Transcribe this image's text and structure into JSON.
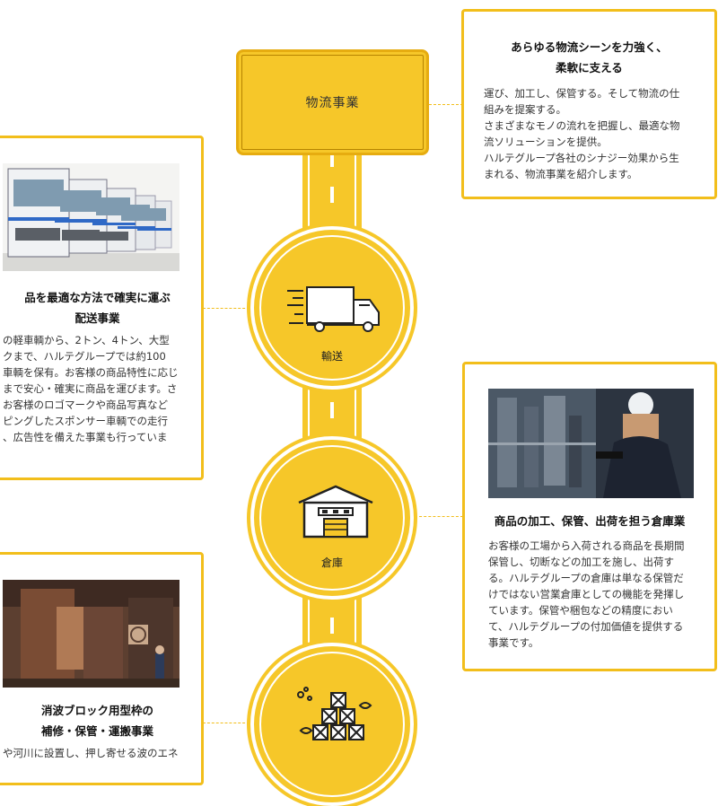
{
  "header": {
    "title": "物流事業",
    "intro_heading": [
      "あらゆる物流シーンを力強く、",
      "柔軟に支える"
    ],
    "intro_text": [
      "運び、加工し、保管する。そして物流の仕",
      "組みを提案する。",
      "さまざまなモノの流れを把握し、最適な物",
      "流ソリューションを提供。",
      "ハルテグループ各社のシナジー効果から生",
      "まれる、物流事業を紹介します。"
    ]
  },
  "transport": {
    "label": "輸送",
    "icon": "truck-icon",
    "heading": [
      "品を最適な方法で確実に運ぶ",
      "配送事業"
    ],
    "text": [
      "の軽車輌から、2トン、4トン、大型",
      "クまで、ハルテグループでは約100",
      "車輌を保有。お客様の商品特性に応じ",
      "まで安心・確実に商品を運びます。さ",
      "お客様のロゴマークや商品写真など",
      "ピングしたスポンサー車輌での走行",
      "、広告性を備えた事業も行っていま"
    ]
  },
  "warehouse": {
    "label": "倉庫",
    "icon": "warehouse-icon",
    "heading": [
      "商品の加工、保管、出荷を担う倉庫業"
    ],
    "text": [
      "お客様の工場から入荷される商品を長期間",
      "保管し、切断などの加工を施し、出荷す",
      "る。ハルテグループの倉庫は単なる保管だ",
      "けではない営業倉庫としての機能を発揮し",
      "ています。保管や梱包などの精度におい",
      "て、ハルテグループの付加価値を提供する",
      "事業です。"
    ]
  },
  "blocks": {
    "icon": "blocks-icon",
    "heading": [
      "消波ブロック用型枠の",
      "補修・保管・運搬事業"
    ],
    "text": [
      "や河川に設置し、押し寄せる波のエネ"
    ]
  },
  "colors": {
    "accent": "#f6c729",
    "border": "#f2be1b"
  }
}
